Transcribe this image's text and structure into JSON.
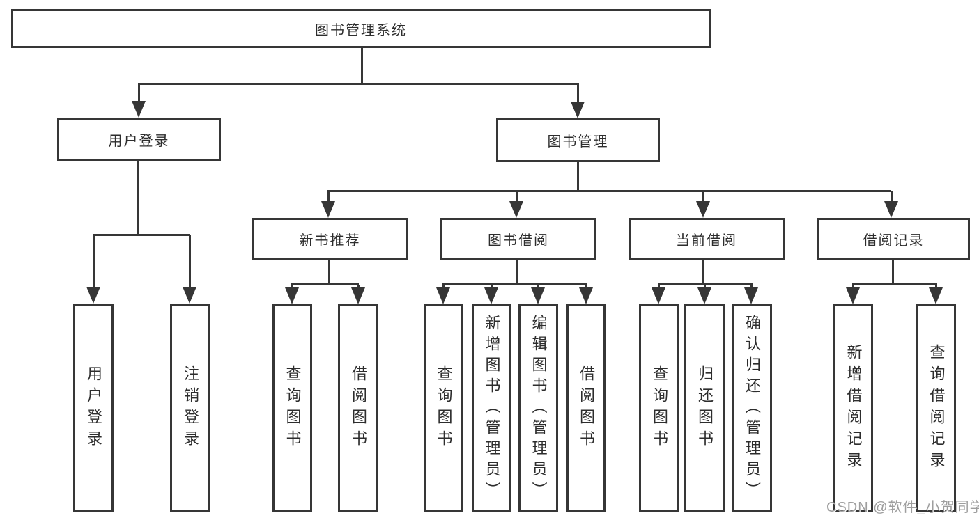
{
  "diagram": {
    "nodes": {
      "root": "图书管理系统",
      "user_login": "用户登录",
      "book_mgmt": "图书管理",
      "new_book": "新书推荐",
      "book_borrow": "图书借阅",
      "current_borrow": "当前借阅",
      "borrow_records": "借阅记录",
      "leaves": {
        "user_login": [
          "用户登录",
          "注销登录"
        ],
        "new_book": [
          "查询图书",
          "借阅图书"
        ],
        "book_borrow": [
          "查询图书",
          "新增图书（管理员）",
          "编辑图书（管理员）",
          "借阅图书"
        ],
        "current_borrow": [
          "查询图书",
          "归还图书",
          "确认归还（管理员）"
        ],
        "borrow_records": [
          "新增借阅记录",
          "查询借阅记录"
        ]
      }
    },
    "watermark": "CSDN @软件_小贺同学",
    "colors": {
      "line": "#363636",
      "text": "#2d2d2d",
      "watermark": "#9e9e9e",
      "background": "#ffffff"
    }
  }
}
